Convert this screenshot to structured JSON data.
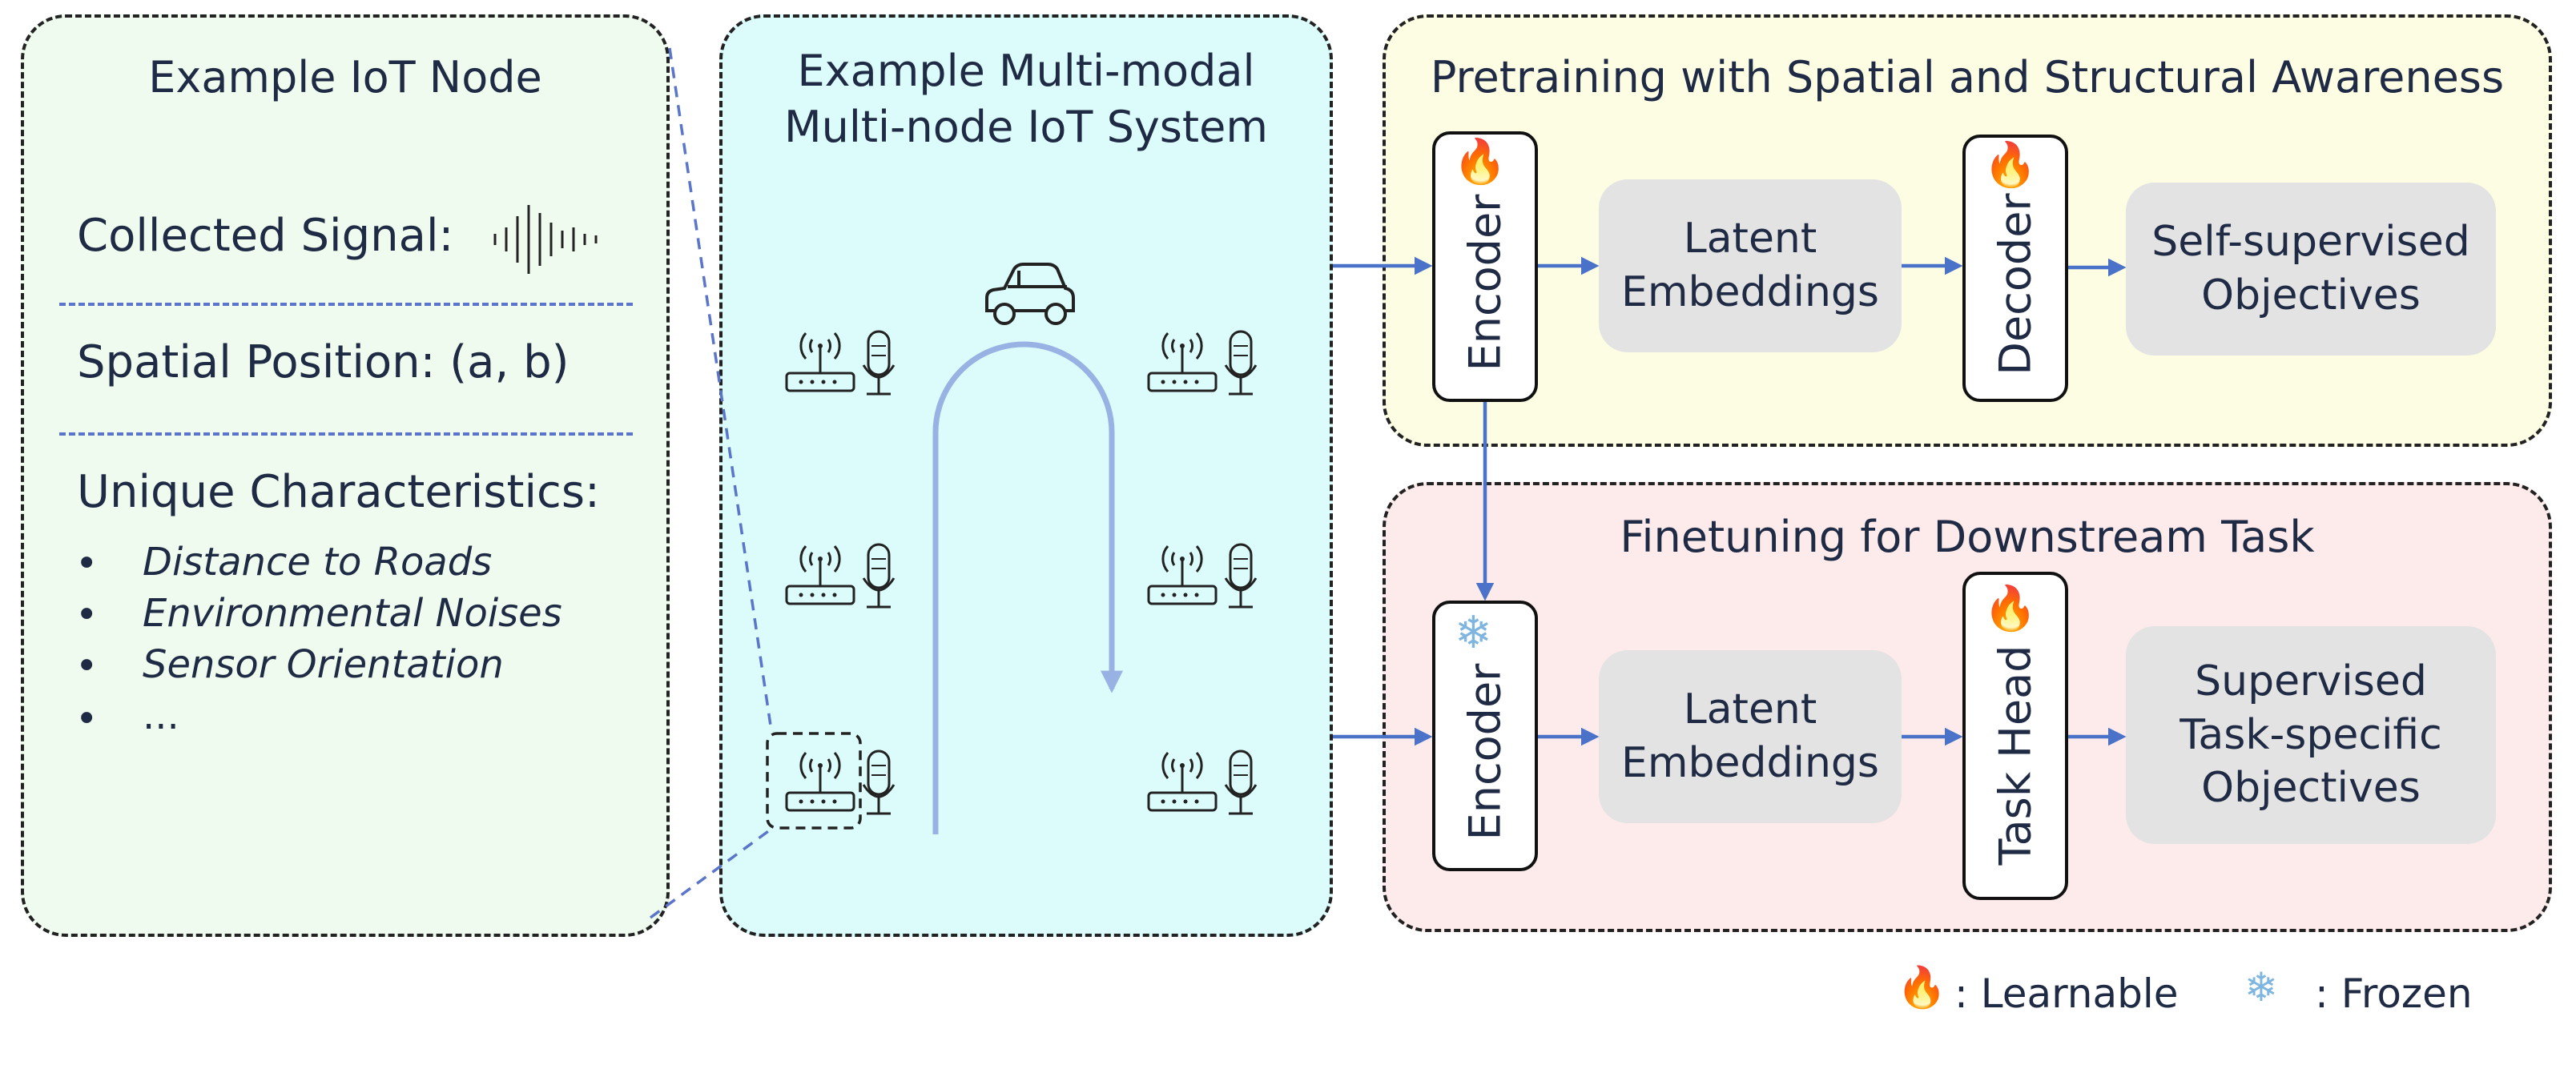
{
  "node_panel": {
    "title": "Example IoT Node",
    "signal_label": "Collected Signal:",
    "position_label": "Spatial Position: (a, b)",
    "characteristics_label": "Unique Characteristics:",
    "characteristics": [
      "Distance to Roads",
      "Environmental Noises",
      "Sensor Orientation",
      "..."
    ]
  },
  "system_panel": {
    "title_line1": "Example Multi-modal",
    "title_line2": "Multi-node IoT System"
  },
  "pretraining": {
    "title": "Pretraining with Spatial and Structural Awareness",
    "encoder": "Encoder",
    "latent_line1": "Latent",
    "latent_line2": "Embeddings",
    "decoder": "Decoder",
    "objective_line1": "Self-supervised",
    "objective_line2": "Objectives"
  },
  "finetuning": {
    "title": "Finetuning for Downstream Task",
    "encoder": "Encoder",
    "latent_line1": "Latent",
    "latent_line2": "Embeddings",
    "head": "Task Head",
    "objective_line1": "Supervised",
    "objective_line2": "Task-specific",
    "objective_line3": "Objectives"
  },
  "legend": {
    "learnable_icon": "🔥",
    "learnable_label": ": Learnable",
    "frozen_icon": "❄",
    "frozen_label": ": Frozen"
  },
  "colors": {
    "arrow": "#4a72c8",
    "road": "#98b2e4",
    "node_panel_bg": "#effbee",
    "system_panel_bg": "#dcfbfb",
    "pretrain_bg": "#fdfde4",
    "finetune_bg": "#fcebea"
  }
}
